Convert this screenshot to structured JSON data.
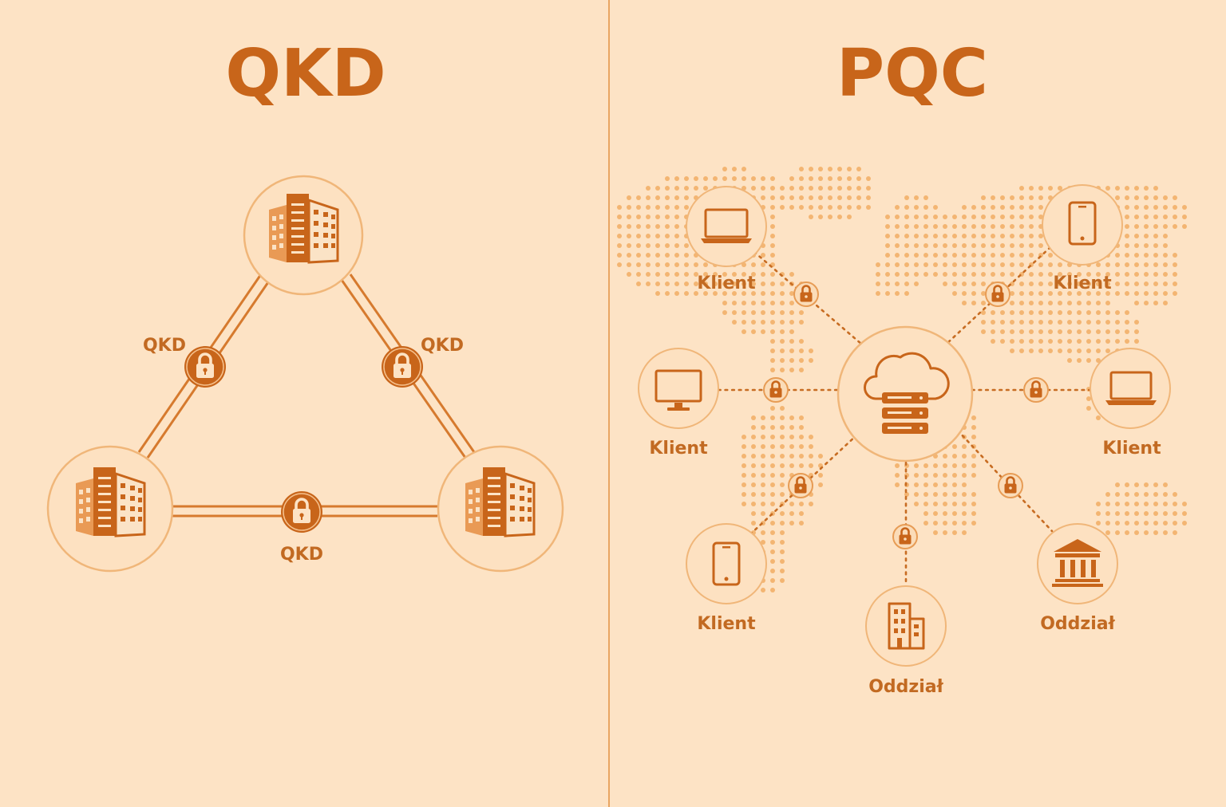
{
  "left_panel": {
    "title": "QKD",
    "links": [
      {
        "label": "QKD"
      },
      {
        "label": "QKD"
      },
      {
        "label": "QKD"
      }
    ]
  },
  "right_panel": {
    "title": "PQC",
    "nodes": [
      {
        "label": "Klient",
        "icon": "laptop-icon"
      },
      {
        "label": "Klient",
        "icon": "smartphone-icon"
      },
      {
        "label": "Klient",
        "icon": "monitor-icon"
      },
      {
        "label": "Klient",
        "icon": "laptop-icon"
      },
      {
        "label": "Klient",
        "icon": "smartphone-icon"
      },
      {
        "label": "Oddział",
        "icon": "office-building-icon"
      },
      {
        "label": "Oddział",
        "icon": "bank-icon"
      }
    ]
  },
  "colors": {
    "background": "#fde3c5",
    "accent": "#c8651a",
    "divider": "#e9a662",
    "map_dots": "#f3b572"
  }
}
